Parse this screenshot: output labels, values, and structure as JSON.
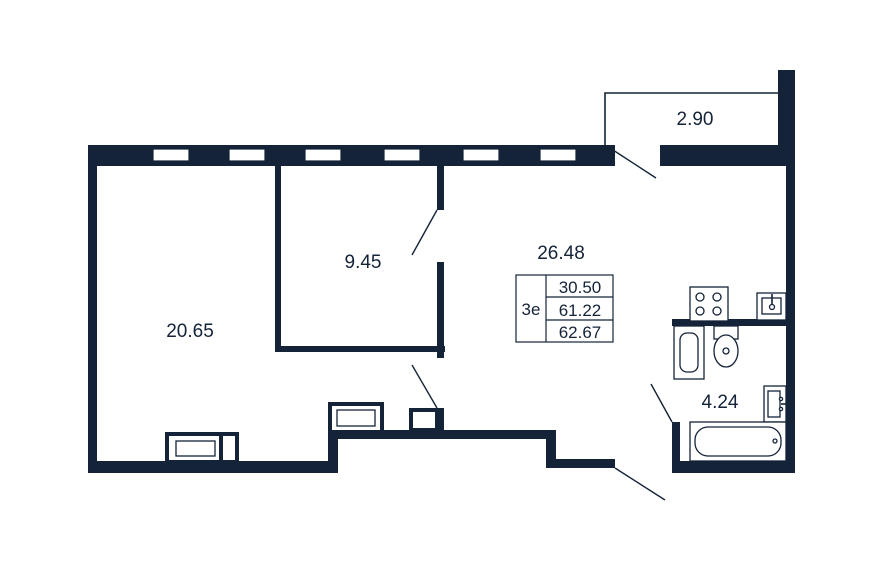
{
  "plan": {
    "wall_color": "#142338",
    "room_areas": {
      "balcony": "2.90",
      "bedroom_small": "9.45",
      "bedroom_large": "20.65",
      "living_kitchen": "26.48",
      "bathroom": "4.24"
    },
    "summary": {
      "room_count": "3е",
      "living_area": "30.50",
      "total_area": "61.22",
      "total_with_balcony": "62.67"
    }
  }
}
